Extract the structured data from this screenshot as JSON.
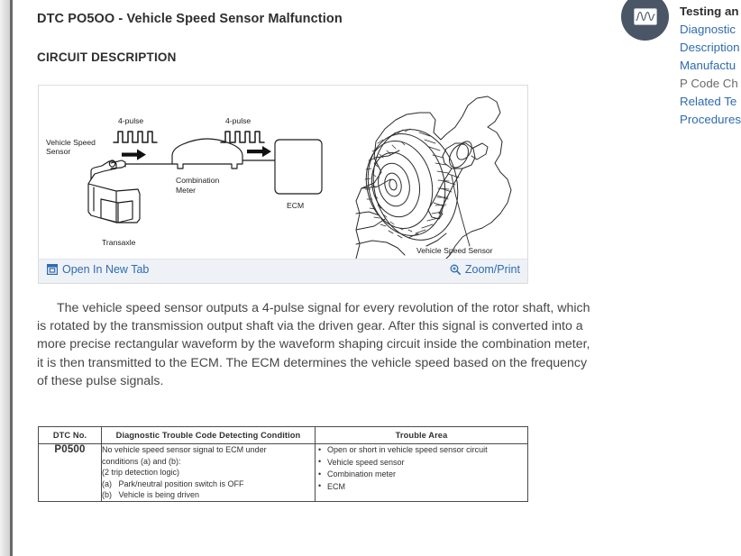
{
  "page_title": "DTC PO5OO - Vehicle Speed Sensor Malfunction",
  "section_heading": "CIRCUIT DESCRIPTION",
  "figure": {
    "toolbar": {
      "open_in_new_tab": "Open In New Tab",
      "zoom_print": "Zoom/Print",
      "open_icon_name": "open-in-new-tab-icon",
      "zoom_icon_name": "magnifier-plus-icon"
    },
    "labels": {
      "vehicle_speed_sensor_1": "Vehicle Speed",
      "vehicle_speed_sensor_2": "Sensor",
      "pulse_left": "4-pulse",
      "pulse_right": "4-pulse",
      "combination_meter_1": "Combination",
      "combination_meter_2": "Meter",
      "ecm": "ECM",
      "transaxle": "Transaxle",
      "vehicle_speed_sensor_right": "Vehicle Speed Sensor"
    }
  },
  "body_paragraph": "The vehicle speed sensor outputs a 4-pulse signal for every revolution of the rotor shaft, which is rotated by the transmission output shaft via the driven gear. After this signal is converted into a more precise rectangular waveform by the waveform shaping circuit inside the combination meter, it is then transmitted to the ECM. The ECM determines the vehicle speed based on the frequency of these pulse signals.",
  "dtc_table": {
    "headers": [
      "DTC No.",
      "Diagnostic Trouble Code Detecting Condition",
      "Trouble Area"
    ],
    "rows": [
      {
        "dtc_no": "P0500",
        "condition_lines": [
          "No vehicle speed sensor signal to ECM under",
          "conditions (a) and (b):",
          "(2 trip detection logic)",
          "(a)   Park/neutral position switch is OFF",
          "(b)   Vehicle is being driven"
        ],
        "trouble_area": [
          "Open or short in vehicle speed sensor circuit",
          "Vehicle speed sensor",
          "Combination meter",
          "ECM"
        ]
      }
    ]
  },
  "sidebar": {
    "icon_name": "oscilloscope-waveform-icon",
    "heading": "Testing an",
    "items": [
      {
        "label": "Diagnostic",
        "type": "link"
      },
      {
        "label": "Description",
        "type": "link"
      },
      {
        "label": "Manufactu",
        "type": "link"
      },
      {
        "label": "P Code Ch",
        "type": "plain"
      },
      {
        "label": "Related Te",
        "type": "link"
      },
      {
        "label": "Procedures",
        "type": "link"
      }
    ]
  },
  "colors": {
    "link_blue": "#2f6bb0",
    "sidebar_icon_bg": "#4a5565",
    "toolbar_bg": "#eef2f7",
    "card_border": "#dcdcdc"
  }
}
